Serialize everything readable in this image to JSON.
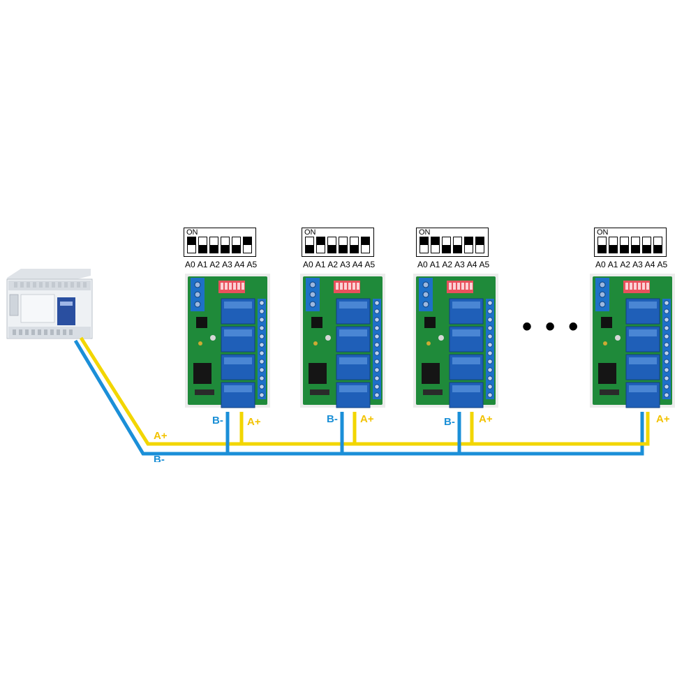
{
  "modules": [
    {
      "dip_label": "ON",
      "address_labels": [
        "A0",
        "A1",
        "A2",
        "A3",
        "A4",
        "A5"
      ],
      "switch_on": [
        true,
        false,
        false,
        false,
        false,
        true
      ]
    },
    {
      "dip_label": "ON",
      "address_labels": [
        "A0",
        "A1",
        "A2",
        "A3",
        "A4",
        "A5"
      ],
      "switch_on": [
        false,
        true,
        false,
        false,
        false,
        true
      ]
    },
    {
      "dip_label": "ON",
      "address_labels": [
        "A0",
        "A1",
        "A2",
        "A3",
        "A4",
        "A5"
      ],
      "switch_on": [
        true,
        true,
        false,
        false,
        true,
        true
      ]
    },
    {
      "dip_label": "ON",
      "address_labels": [
        "A0",
        "A1",
        "A2",
        "A3",
        "A4",
        "A5"
      ],
      "switch_on": [
        false,
        false,
        false,
        false,
        false,
        false
      ]
    }
  ],
  "bus_labels": {
    "a_plus": "A+",
    "b_minus": "B-",
    "plc_a": "A+",
    "plc_b": "B-"
  },
  "ellipsis": "• • •",
  "colors": {
    "wire_a": "#f2d600",
    "wire_b": "#1b8fd8",
    "pcb": "#1f8a3a",
    "relay": "#1f5fb8",
    "terminal": "#1e70c8",
    "dip_red": "#e8505c",
    "plc_body": "#e9edf2"
  },
  "icons": [
    "plc-controller-icon",
    "relay-board-icon"
  ]
}
